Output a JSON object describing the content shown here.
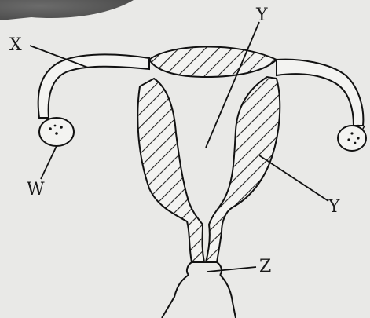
{
  "diagram": {
    "labels": {
      "x": "X",
      "y_top": "Y",
      "y_right": "Y",
      "w": "W",
      "z": "Z"
    }
  }
}
